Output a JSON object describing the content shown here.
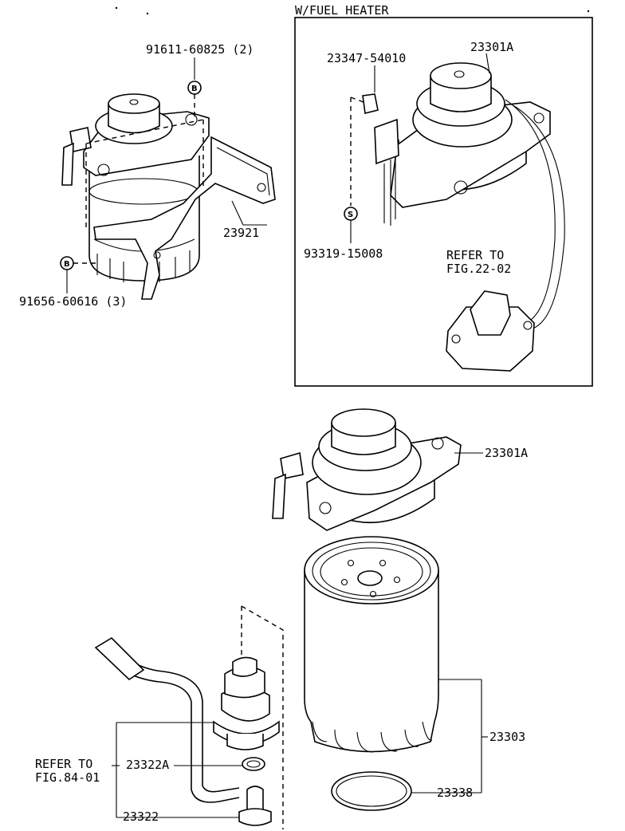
{
  "inset": {
    "title": "W/FUEL HEATER"
  },
  "parts": {
    "p91611": "91611-60825 (2)",
    "p23921": "23921",
    "p91656": "91656-60616 (3)",
    "p23347": "23347-54010",
    "p23301a_top": "23301A",
    "p93319": "93319-15008",
    "refer22_l1": "REFER TO",
    "refer22_l2": "FIG.22-02",
    "p23301a": "23301A",
    "p23303": "23303",
    "refer84_l1": "REFER TO",
    "refer84_l2": "FIG.84-01",
    "p23322a": "23322A",
    "p23338": "23338",
    "p23322": "23322"
  },
  "badges": {
    "b_top": "B",
    "b_left": "B",
    "s_inset": "S"
  }
}
